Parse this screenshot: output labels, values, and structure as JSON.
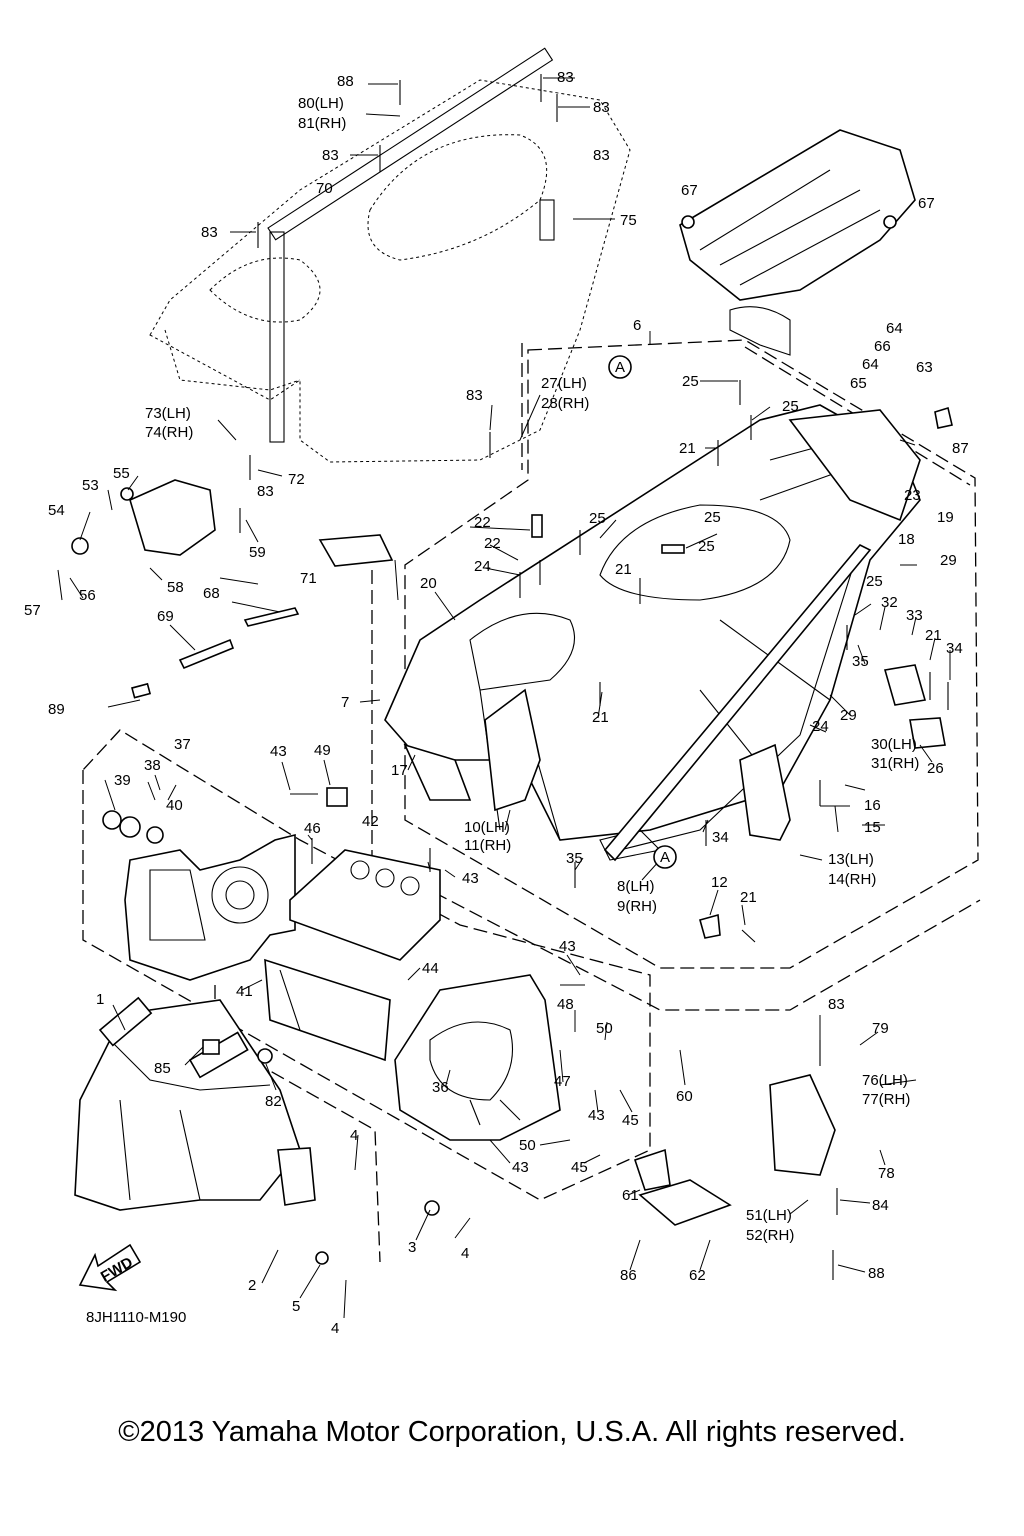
{
  "diagram": {
    "drawing_code": "8JH1110-M190",
    "fwd_label": "FWD",
    "circle_marker": "A",
    "part_labels": [
      "88",
      "80(LH)",
      "81(RH)",
      "83",
      "83",
      "83",
      "83",
      "70",
      "75",
      "67",
      "67",
      "83",
      "6",
      "64",
      "66",
      "63",
      "64",
      "65",
      "27(LH)",
      "28(RH)",
      "25",
      "25",
      "83",
      "21",
      "87",
      "73(LH)",
      "74(RH)",
      "72",
      "83",
      "55",
      "53",
      "54",
      "59",
      "19",
      "18",
      "23",
      "22",
      "25",
      "22",
      "25",
      "25",
      "24",
      "21",
      "29",
      "57",
      "56",
      "58",
      "71",
      "20",
      "68",
      "69",
      "25",
      "32",
      "33",
      "21",
      "34",
      "35",
      "29",
      "24",
      "30(LH)",
      "31(RH)",
      "26",
      "89",
      "7",
      "21",
      "43",
      "49",
      "17",
      "37",
      "39",
      "38",
      "40",
      "10(LH)",
      "11(RH)",
      "34",
      "16",
      "15",
      "46",
      "42",
      "43",
      "35",
      "13(LH)",
      "14(RH)",
      "8(LH)",
      "9(RH)",
      "12",
      "21",
      "43",
      "44",
      "41",
      "1",
      "85",
      "82",
      "48",
      "50",
      "47",
      "43",
      "45",
      "36",
      "60",
      "83",
      "79",
      "76(LH)",
      "77(RH)",
      "4",
      "50",
      "45",
      "43",
      "78",
      "84",
      "61",
      "51(LH)",
      "52(RH)",
      "3",
      "4",
      "2",
      "5",
      "4",
      "86",
      "62",
      "88"
    ]
  },
  "footer": {
    "copyright": "©2013 Yamaha Motor Corporation, U.S.A. All rights reserved."
  }
}
